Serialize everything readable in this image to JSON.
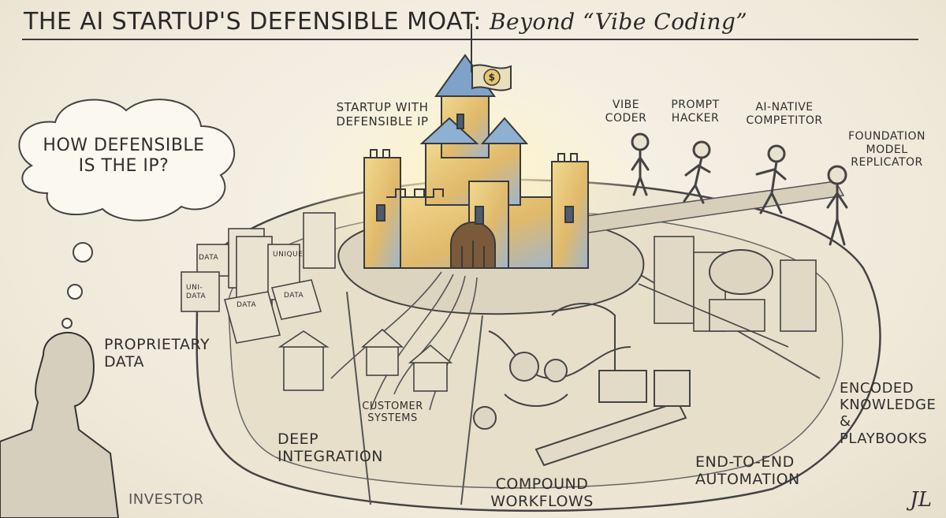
{
  "title": {
    "main": "THE AI STARTUP'S DEFENSIBLE MOAT:",
    "sub": "Beyond “Vibe Coding”"
  },
  "thought": "HOW DEFENSIBLE IS THE IP?",
  "castle_label": "STARTUP WITH DEFENSIBLE IP",
  "flag_symbol": "$",
  "attackers": [
    "VIBE CODER",
    "PROMPT HACKER",
    "AI-NATIVE COMPETITOR",
    "FOUNDATION MODEL REPLICATOR"
  ],
  "moat_sections": {
    "data": "PROPRIETARY DATA",
    "integration": "DEEP INTEGRATION",
    "customer_systems": "CUSTOMER SYSTEMS",
    "workflows": "COMPOUND WORKFLOWS",
    "automation": "END-TO-END AUTOMATION",
    "knowledge": "ENCODED KNOWLEDGE & PLAYBOOKS"
  },
  "data_tags": [
    "DATA",
    "UNI-DATA",
    "DATA",
    "DATA",
    "UNIQUE"
  ],
  "investor": "INVESTOR",
  "signature": "JL",
  "colors": {
    "ink": "#2f2f2f",
    "castle_blue": "#7fa3c8",
    "castle_gold": "#e8c56e",
    "paper": "#f3efe4"
  }
}
